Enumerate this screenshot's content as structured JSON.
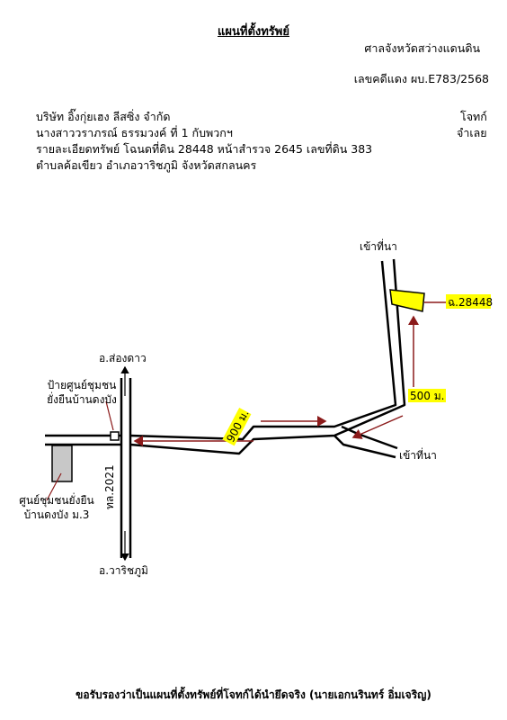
{
  "header": {
    "title": "แผนที่ตั้งทรัพย์",
    "court": "ศาลจังหวัดสว่างแดนดิน",
    "case_number": "เลขคดีแดง ผบ.E783/2568"
  },
  "parties": {
    "plaintiff": "บริษัท อิ๊งกุ่ยเฮง ลีสซิ่ง จำกัด",
    "plaintiff_role": "โจทก์",
    "defendant": "นางสาววราภรณ์ ธรรมวงค์ ที่ 1 กับพวกฯ",
    "defendant_role": "จำเลย"
  },
  "property": {
    "details": "รายละเอียดทรัพย์ โฉนดที่ดิน 28448 หน้าสำรวจ 2645 เลขที่ดิน 383",
    "location": "ตำบลค้อเขียว อำเภอวาริชภูมิ จังหวัดสกลนคร"
  },
  "map": {
    "label_to_field_top": "เข้าที่นา",
    "label_to_field_right": "เข้าที่นา",
    "parcel_label": "ฉ.28448",
    "distance_500": "500 ม.",
    "distance_900": "900 ม.",
    "label_north": "อ.ส่องดาว",
    "label_south": "อ.วาริชภูมิ",
    "road_number": "ทล.2021",
    "sign_label_line1": "ป้ายศูนย์ชุมชน",
    "sign_label_line2": "ยั่งยืนบ้านดงบัง",
    "center_label_line1": "ศูนย์ชุมชนยั่งยืน",
    "center_label_line2": "บ้านดงบัง ม.3",
    "colors": {
      "highlight": "#ffff00",
      "arrow": "#8b1a1a",
      "road": "#000000",
      "building": "#c8c8c8"
    }
  },
  "footer": {
    "certification": "ขอรับรองว่าเป็นแผนที่ตั้งทรัพย์ที่โจทก์ได้นำยึดจริง (นายเอกนรินทร์ อิ่มเจริญ)"
  }
}
